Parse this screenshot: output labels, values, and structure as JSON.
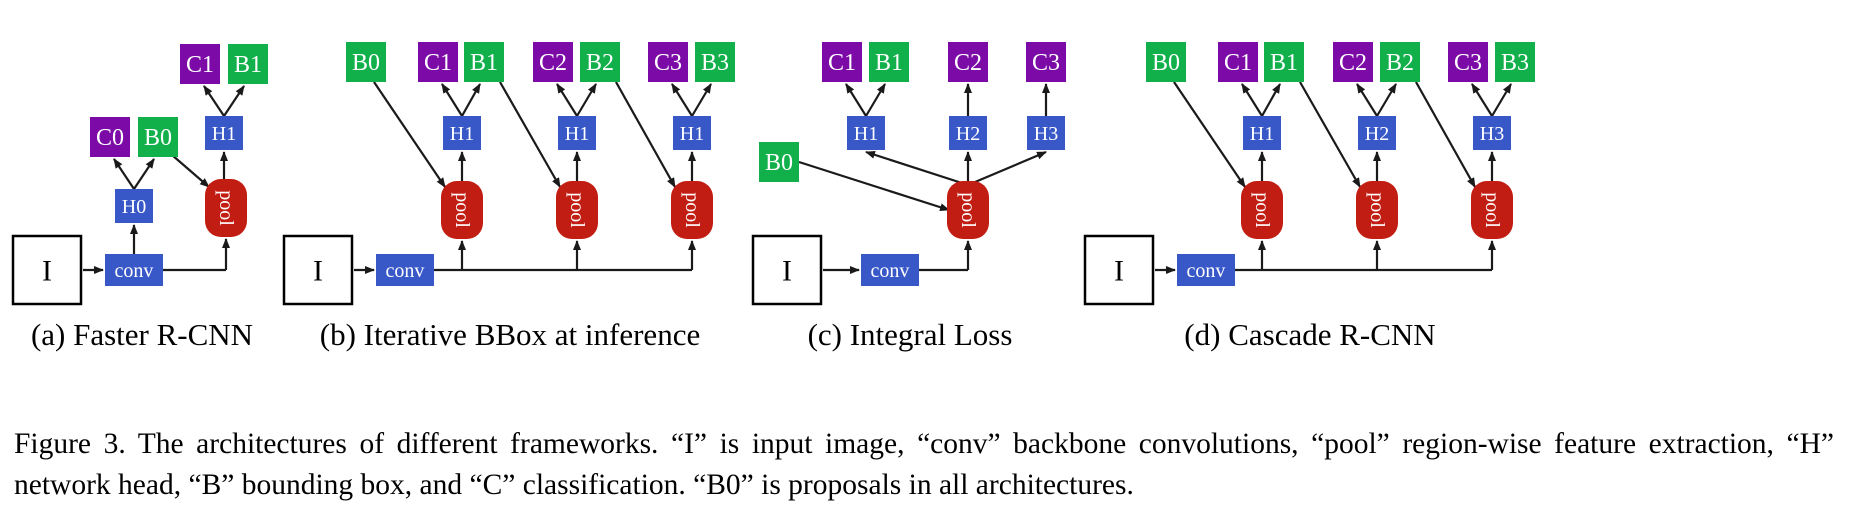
{
  "colors": {
    "cls": "#7b0aa6",
    "box": "#12b04a",
    "head": "#3858c8",
    "pool": "#c21d12",
    "input_border": "#000000",
    "arrow": "#1a1a1a"
  },
  "labels": {
    "input": "I",
    "conv": "conv",
    "pool": "pool"
  },
  "panels": [
    {
      "id": "a",
      "caption": "(a) Faster R-CNN",
      "nodes": [
        {
          "id": "I",
          "kind": "input",
          "text": "I"
        },
        {
          "id": "conv",
          "kind": "head",
          "text": "conv"
        },
        {
          "id": "H0",
          "kind": "head",
          "text": "H0"
        },
        {
          "id": "C0",
          "kind": "cls",
          "text": "C0"
        },
        {
          "id": "B0",
          "kind": "box",
          "text": "B0"
        },
        {
          "id": "pool",
          "kind": "pool",
          "text": "pool"
        },
        {
          "id": "H1",
          "kind": "head",
          "text": "H1"
        },
        {
          "id": "C1",
          "kind": "cls",
          "text": "C1"
        },
        {
          "id": "B1",
          "kind": "box",
          "text": "B1"
        }
      ]
    },
    {
      "id": "b",
      "caption": "(b) Iterative BBox at inference",
      "nodes": [
        {
          "id": "I",
          "kind": "input",
          "text": "I"
        },
        {
          "id": "conv",
          "kind": "head",
          "text": "conv"
        },
        {
          "id": "B0",
          "kind": "box",
          "text": "B0"
        },
        {
          "id": "pool1",
          "kind": "pool",
          "text": "pool"
        },
        {
          "id": "H1a",
          "kind": "head",
          "text": "H1"
        },
        {
          "id": "C1",
          "kind": "cls",
          "text": "C1"
        },
        {
          "id": "B1",
          "kind": "box",
          "text": "B1"
        },
        {
          "id": "pool2",
          "kind": "pool",
          "text": "pool"
        },
        {
          "id": "H1b",
          "kind": "head",
          "text": "H1"
        },
        {
          "id": "C2",
          "kind": "cls",
          "text": "C2"
        },
        {
          "id": "B2",
          "kind": "box",
          "text": "B2"
        },
        {
          "id": "pool3",
          "kind": "pool",
          "text": "pool"
        },
        {
          "id": "H1c",
          "kind": "head",
          "text": "H1"
        },
        {
          "id": "C3",
          "kind": "cls",
          "text": "C3"
        },
        {
          "id": "B3",
          "kind": "box",
          "text": "B3"
        }
      ]
    },
    {
      "id": "c",
      "caption": "(c) Integral Loss",
      "nodes": [
        {
          "id": "I",
          "kind": "input",
          "text": "I"
        },
        {
          "id": "conv",
          "kind": "head",
          "text": "conv"
        },
        {
          "id": "B0",
          "kind": "box",
          "text": "B0"
        },
        {
          "id": "pool",
          "kind": "pool",
          "text": "pool"
        },
        {
          "id": "H1",
          "kind": "head",
          "text": "H1"
        },
        {
          "id": "H2",
          "kind": "head",
          "text": "H2"
        },
        {
          "id": "H3",
          "kind": "head",
          "text": "H3"
        },
        {
          "id": "C1",
          "kind": "cls",
          "text": "C1"
        },
        {
          "id": "B1",
          "kind": "box",
          "text": "B1"
        },
        {
          "id": "C2",
          "kind": "cls",
          "text": "C2"
        },
        {
          "id": "C3",
          "kind": "cls",
          "text": "C3"
        }
      ]
    },
    {
      "id": "d",
      "caption": "(d) Cascade R-CNN",
      "nodes": [
        {
          "id": "I",
          "kind": "input",
          "text": "I"
        },
        {
          "id": "conv",
          "kind": "head",
          "text": "conv"
        },
        {
          "id": "B0",
          "kind": "box",
          "text": "B0"
        },
        {
          "id": "pool1",
          "kind": "pool",
          "text": "pool"
        },
        {
          "id": "H1",
          "kind": "head",
          "text": "H1"
        },
        {
          "id": "C1",
          "kind": "cls",
          "text": "C1"
        },
        {
          "id": "B1",
          "kind": "box",
          "text": "B1"
        },
        {
          "id": "pool2",
          "kind": "pool",
          "text": "pool"
        },
        {
          "id": "H2",
          "kind": "head",
          "text": "H2"
        },
        {
          "id": "C2",
          "kind": "cls",
          "text": "C2"
        },
        {
          "id": "B2",
          "kind": "box",
          "text": "B2"
        },
        {
          "id": "pool3",
          "kind": "pool",
          "text": "pool"
        },
        {
          "id": "H3",
          "kind": "head",
          "text": "H3"
        },
        {
          "id": "C3",
          "kind": "cls",
          "text": "C3"
        },
        {
          "id": "B3",
          "kind": "box",
          "text": "B3"
        }
      ]
    }
  ],
  "figure_caption": "Figure 3. The architectures of different frameworks. “I” is input image, “conv” backbone convolutions, “pool” region-wise feature extraction, “H” network head, “B” bounding box, and “C” classification. “B0” is proposals in all architectures."
}
